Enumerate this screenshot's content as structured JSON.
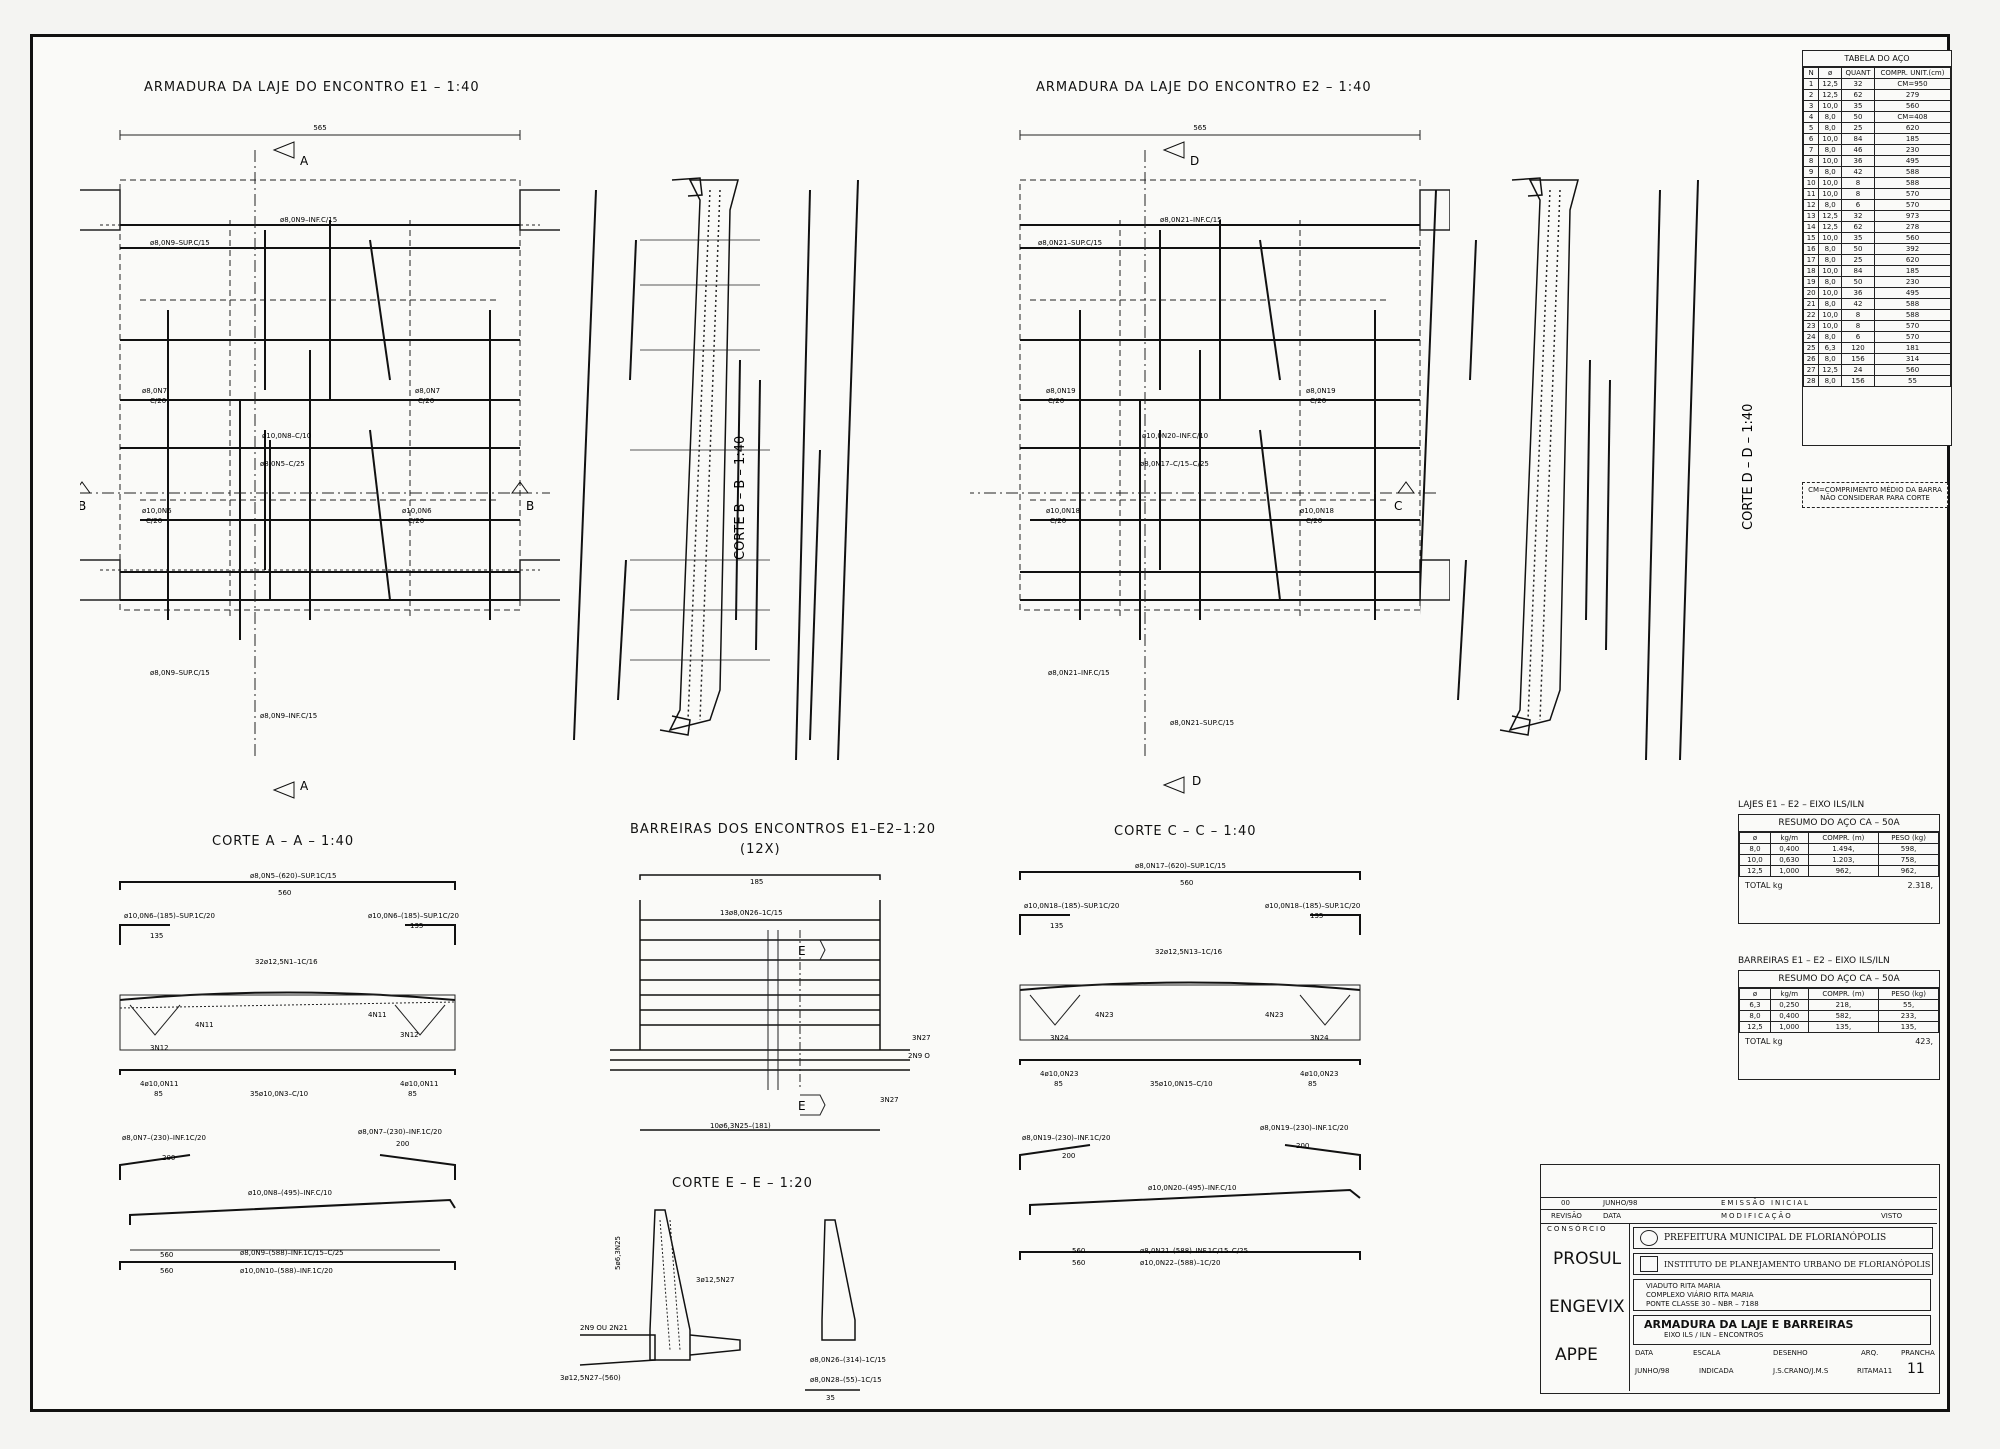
{
  "titles": {
    "e1": "ARMADURA DA LAJE DO ENCONTRO E1 – 1:40",
    "e2": "ARMADURA DA LAJE DO ENCONTRO E2 – 1:40",
    "corte_aa": "CORTE A – A – 1:40",
    "corte_bb": "CORTE B – B – 1:40",
    "corte_cc": "CORTE C – C – 1:40",
    "corte_dd": "CORTE D – D – 1:40",
    "barreiras": "BARREIRAS DOS ENCONTROS E1–E2–1:20",
    "barreiras_qty": "(12X)",
    "corte_ee": "CORTE E – E – 1:20"
  },
  "section_marks": {
    "a": "A",
    "b": "B",
    "c": "C",
    "d": "D",
    "e": "E"
  },
  "plan_e1_labels": {
    "width": "565",
    "top_inf": "ø8,0N9–INF.C/15",
    "top_sup": "ø8,0N9–SUP.C/15",
    "n7_left": "ø8,0N7",
    "n7_left2": "C/20",
    "n7_right": "ø8,0N7",
    "n7_right2": "C/20",
    "n8": "ø10,0N8–C/10",
    "n5": "ø8,0N5–C/25",
    "n6_left": "ø10,0N6",
    "n6_left2": "C/20",
    "n6_right": "ø10,0N6",
    "n6_right2": "C/20",
    "bot_sup": "ø8,0N9–SUP.C/15",
    "bot_inf": "ø8,0N9–INF.C/15"
  },
  "plan_e2_labels": {
    "width": "565",
    "top_inf": "ø8,0N21–INF.C/15",
    "top_sup": "ø8,0N21–SUP.C/15",
    "n19_left": "ø8,0N19",
    "n19_left2": "C/20",
    "n19_right": "ø8,0N19",
    "n19_right2": "C/20",
    "n20": "ø10,0N20–INF.C/10",
    "n17": "ø8,0N17–C/15–C/25",
    "n18_left": "ø10,0N18",
    "n18_left2": "C/20",
    "n18_right": "ø10,0N18",
    "n18_right2": "C/20",
    "bot_sup": "ø8,0N21–INF.C/15",
    "bot_inf": "ø8,0N21–SUP.C/15"
  },
  "corte_aa_labels": {
    "top": "ø8,0N5–(620)–SUP.1C/15",
    "top_len": "560",
    "n6_l": "ø10,0N6–(185)–SUP.1C/20",
    "n6_l_len": "135",
    "n6_r": "ø10,0N6–(185)–SUP.1C/20",
    "n6_r_len": "135",
    "n1": "32ø12,5N1–1C/16",
    "n11_a": "4N11",
    "n11_b": "4N11",
    "n12_a": "3N12",
    "n12_b": "3N12",
    "n11_l": "4ø10,0N11",
    "n11_r": "4ø10,0N11",
    "len85_l": "85",
    "len85_r": "85",
    "n3": "35ø10,0N3–C/10",
    "n7_l": "ø8,0N7–(230)–INF.1C/20",
    "n7_r": "ø8,0N7–(230)–INF.1C/20",
    "len200_l": "200",
    "len200_r": "200",
    "n8": "ø10,0N8–(495)–INF.C/10",
    "n9": "ø8,0N9–(588)–INF.1C/15–C/25",
    "n10": "ø10,0N10–(588)–INF.1C/20",
    "len560_a": "560",
    "len560_b": "560"
  },
  "corte_cc_labels": {
    "top": "ø8,0N17–(620)–SUP.1C/15",
    "top_len": "560",
    "n18_l": "ø10,0N18–(185)–SUP.1C/20",
    "n18_l_len": "135",
    "n18_r": "ø10,0N18–(185)–SUP.1C/20",
    "n18_r_len": "135",
    "n13": "32ø12,5N13–1C/16",
    "n23_a": "4N23",
    "n23_b": "4N23",
    "n24_a": "3N24",
    "n24_b": "3N24",
    "n23_l": "4ø10,0N23",
    "n23_r": "4ø10,0N23",
    "len85_l": "85",
    "len85_r": "85",
    "n15": "35ø10,0N15–C/10",
    "n19_l": "ø8,0N19–(230)–INF.1C/20",
    "n19_r": "ø8,0N19–(230)–INF.1C/20",
    "len200_l": "200",
    "len200_r": "200",
    "n20": "ø10,0N20–(495)–INF.C/10",
    "n21": "ø8,0N21–(588)–INF.1C/15–C/25",
    "n22": "ø10,0N22–(588)–1C/20",
    "len560_a": "560",
    "len560_b": "560"
  },
  "barreira_labels": {
    "len185": "185",
    "n26": "13ø8,0N26–1C/15",
    "n27": "3N27",
    "n9": "2N9 OU N21",
    "n27b": "3N27",
    "n25": "10ø6,3N25–(181)",
    "ee_n9": "2N9 OU 2N21",
    "ee_n27": "3ø12,5N27–(560)",
    "ee_n27b": "3ø12,5N27",
    "ee_n25": "5ø6,3N25",
    "ee_n26": "ø8,0N26–(314)–1C/15",
    "ee_n28": "ø8,0N28–(55)–1C/15",
    "ee_len35": "35"
  },
  "steel_table": {
    "title": "TABELA DO AÇO",
    "headers": [
      "N",
      "ø",
      "QUANT",
      "COMPR. UNIT.(cm)"
    ],
    "rows": [
      [
        "1",
        "12,5",
        "32",
        "CM=950"
      ],
      [
        "2",
        "12,5",
        "62",
        "279"
      ],
      [
        "3",
        "10,0",
        "35",
        "560"
      ],
      [
        "4",
        "8,0",
        "50",
        "CM=408"
      ],
      [
        "5",
        "8,0",
        "25",
        "620"
      ],
      [
        "6",
        "10,0",
        "84",
        "185"
      ],
      [
        "7",
        "8,0",
        "46",
        "230"
      ],
      [
        "8",
        "10,0",
        "36",
        "495"
      ],
      [
        "9",
        "8,0",
        "42",
        "588"
      ],
      [
        "10",
        "10,0",
        "8",
        "588"
      ],
      [
        "11",
        "10,0",
        "8",
        "570"
      ],
      [
        "12",
        "8,0",
        "6",
        "570"
      ],
      [
        "13",
        "12,5",
        "32",
        "973"
      ],
      [
        "14",
        "12,5",
        "62",
        "278"
      ],
      [
        "15",
        "10,0",
        "35",
        "560"
      ],
      [
        "16",
        "8,0",
        "50",
        "392"
      ],
      [
        "17",
        "8,0",
        "25",
        "620"
      ],
      [
        "18",
        "10,0",
        "84",
        "185"
      ],
      [
        "19",
        "8,0",
        "50",
        "230"
      ],
      [
        "20",
        "10,0",
        "36",
        "495"
      ],
      [
        "21",
        "8,0",
        "42",
        "588"
      ],
      [
        "22",
        "10,0",
        "8",
        "588"
      ],
      [
        "23",
        "10,0",
        "8",
        "570"
      ],
      [
        "24",
        "8,0",
        "6",
        "570"
      ],
      [
        "25",
        "6,3",
        "120",
        "181"
      ],
      [
        "26",
        "8,0",
        "156",
        "314"
      ],
      [
        "27",
        "12,5",
        "24",
        "560"
      ],
      [
        "28",
        "8,0",
        "156",
        "55"
      ]
    ],
    "note": "CM=COMPRIMENTO MÉDIO DA BARRA NÃO CONSIDERAR PARA CORTE"
  },
  "resumo_lajes": {
    "caption": "LAJES E1 – E2 – EIXO ILS/ILN",
    "title": "RESUMO DO AÇO CA – 50A",
    "headers": [
      "ø",
      "kg/m",
      "COMPR. (m)",
      "PESO (kg)"
    ],
    "rows": [
      [
        "8,0",
        "0,400",
        "1.494,",
        "598,"
      ],
      [
        "10,0",
        "0,630",
        "1.203,",
        "758,"
      ],
      [
        "12,5",
        "1,000",
        "962,",
        "962,"
      ]
    ],
    "total_label": "TOTAL kg",
    "total": "2.318,"
  },
  "resumo_barreiras": {
    "caption": "BARREIRAS E1 – E2 – EIXO ILS/ILN",
    "title": "RESUMO DO AÇO CA – 50A",
    "headers": [
      "ø",
      "kg/m",
      "COMPR. (m)",
      "PESO (kg)"
    ],
    "rows": [
      [
        "6,3",
        "0,250",
        "218,",
        "55,"
      ],
      [
        "8,0",
        "0,400",
        "582,",
        "233,"
      ],
      [
        "12,5",
        "1,000",
        "135,",
        "135,"
      ]
    ],
    "total_label": "TOTAL kg",
    "total": "423,"
  },
  "title_block": {
    "rev_num": "00",
    "rev_date": "JUNHO/98",
    "rev_desc": "EMISSÃO INICIAL",
    "rev_h1": "REVISÃO",
    "rev_h2": "DATA",
    "rev_h3": "MODIFICAÇÃO",
    "rev_h4": "VISTO",
    "consorcio": "CONSÓRCIO",
    "company1": "PROSUL",
    "company2": "ENGEVIX",
    "company3": "APPE",
    "client1": "PREFEITURA MUNICIPAL DE FLORIANÓPOLIS",
    "client2": "INSTITUTO DE PLANEJAMENTO URBANO DE FLORIANÓPOLIS",
    "project1": "VIADUTO RITA MARIA",
    "project2": "COMPLEXO VIÁRIO RITA MARIA",
    "project3": "PONTE CLASSE 30 – NBR – 7188",
    "drawing_title": "ARMADURA DA LAJE E BARREIRAS",
    "drawing_sub": "EIXO ILS / ILN – ENCONTROS",
    "h_data": "DATA",
    "h_escala": "ESCALA",
    "h_desenho": "DESENHO",
    "h_arq": "ARQ.",
    "h_prancha": "PRANCHA",
    "v_data": "JUNHO/98",
    "v_escala": "INDICADA",
    "v_desenho": "J.S.CRANO/J.M.S",
    "v_arq": "RITAMA11",
    "v_prancha": "11"
  }
}
